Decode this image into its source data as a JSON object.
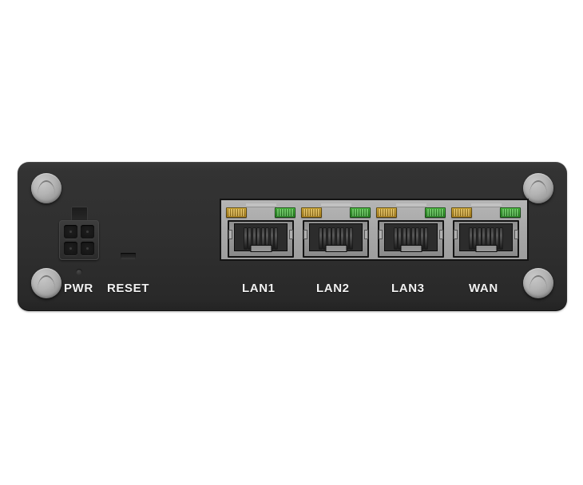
{
  "scene": {
    "subject": "industrial-router-front-panel",
    "background_color": "#ffffff",
    "chassis_color": "#2f2f2f"
  },
  "device": {
    "chassis": {
      "name": "router-chassis"
    },
    "mounting_screws": [
      {
        "id": "top-left",
        "icon": "screw-icon"
      },
      {
        "id": "bottom-left",
        "icon": "screw-icon"
      },
      {
        "id": "top-right",
        "icon": "screw-icon"
      },
      {
        "id": "bottom-right",
        "icon": "screw-icon"
      }
    ],
    "power_connector": {
      "name": "power-connector",
      "pin_count": 4,
      "type": "4-pin-molex"
    },
    "reset": {
      "name": "reset-slot"
    },
    "power_led": {
      "name": "pwr-status-led",
      "state": "off"
    },
    "labels": {
      "pwr": "PWR",
      "reset": "RESET",
      "lan1": "LAN1",
      "lan2": "LAN2",
      "lan3": "LAN3",
      "wan": "WAN"
    },
    "led_colors": {
      "amber": "#c79a28",
      "green": "#3aa832"
    },
    "ports": [
      {
        "label": "LAN1",
        "type": "RJ45",
        "leds": [
          {
            "position": "left",
            "color": "amber",
            "state": "off"
          },
          {
            "position": "right",
            "color": "green",
            "state": "off"
          }
        ]
      },
      {
        "label": "LAN2",
        "type": "RJ45",
        "leds": [
          {
            "position": "left",
            "color": "amber",
            "state": "off"
          },
          {
            "position": "right",
            "color": "green",
            "state": "off"
          }
        ]
      },
      {
        "label": "LAN3",
        "type": "RJ45",
        "leds": [
          {
            "position": "left",
            "color": "amber",
            "state": "off"
          },
          {
            "position": "right",
            "color": "green",
            "state": "off"
          }
        ]
      },
      {
        "label": "WAN",
        "type": "RJ45",
        "leds": [
          {
            "position": "left",
            "color": "amber",
            "state": "off"
          },
          {
            "position": "right",
            "color": "green",
            "state": "off"
          }
        ]
      }
    ]
  }
}
